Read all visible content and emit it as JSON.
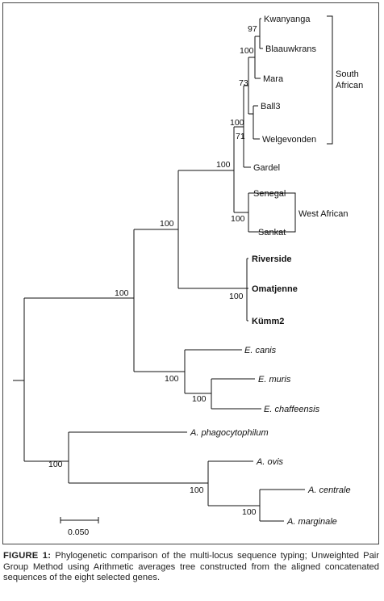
{
  "tree": {
    "taxa": {
      "kwanyanga": "Kwanyanga",
      "blaauwkrans": "Blaauwkrans",
      "mara": "Mara",
      "ball3": "Ball3",
      "welgevonden": "Welgevonden",
      "gardel": "Gardel",
      "senegal": "Senegal",
      "sankat": "Sankat",
      "riverside": "Riverside",
      "omatjenne": "Omatjenne",
      "kumm2": "Kümm2",
      "e_canis": "E. canis",
      "e_muris": "E. muris",
      "e_chaffeensis": "E. chaffeensis",
      "a_phagocytophilum": "A. phagocytophilum",
      "a_ovis": "A. ovis",
      "a_centrale": "A. centrale",
      "a_marginale": "A. marginale"
    },
    "bootstrap": {
      "kw_bl": "97",
      "kw_bl_mara": "100",
      "ball3_welg": "71",
      "sa_core": "73",
      "sa_all": "100",
      "sen_sank": "100",
      "sa_wa": "100",
      "riv_omat_kumm": "100",
      "ruminantium": "100",
      "ehrlichia": "100",
      "muris_chaff": "100",
      "root_split": "100",
      "anaplasma": "100",
      "ovis_group": "100",
      "cent_marg": "100"
    },
    "groups": {
      "south_african_line1": "South",
      "south_african_line2": "African",
      "west_african": "West African"
    },
    "scale_bar": "0.050"
  },
  "caption": {
    "label": "FIGURE 1:",
    "text": "Phylogenetic comparison of the multi-locus sequence typing; Unweighted Pair Group Method using Arithmetic averages tree constructed from the aligned concatenated sequences of the eight selected genes."
  }
}
